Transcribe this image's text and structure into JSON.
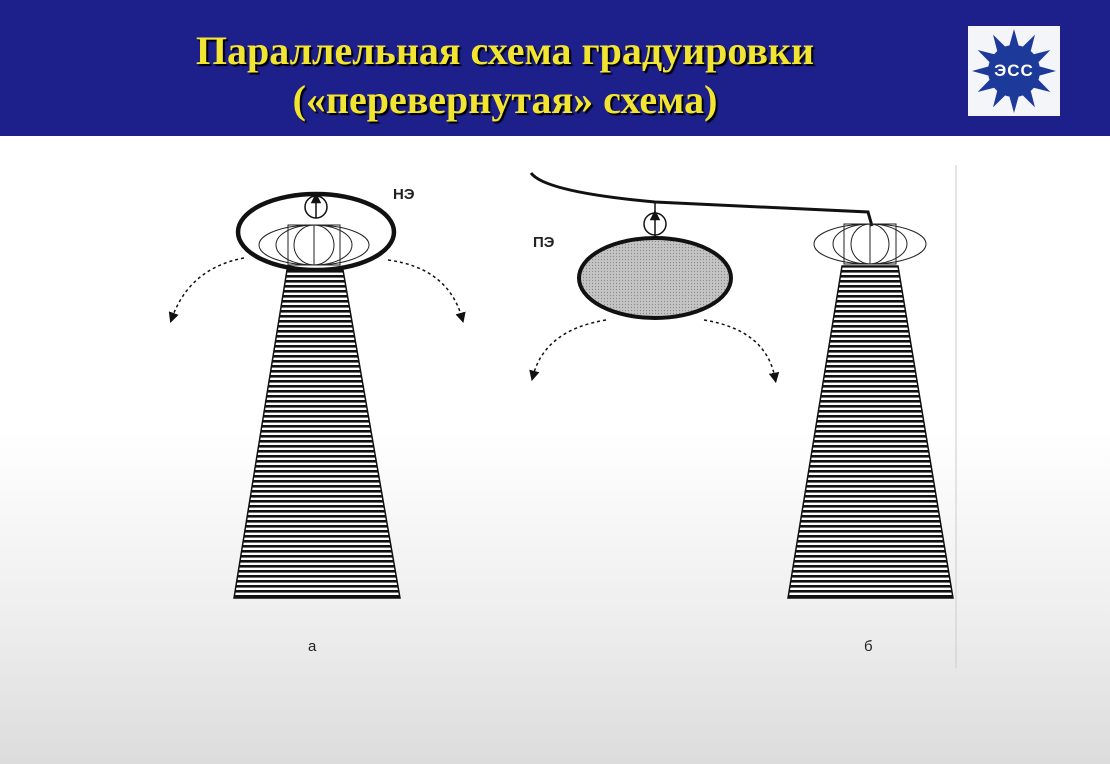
{
  "header": {
    "title_line1": "Параллельная схема градуировки",
    "title_line2": "(«перевернутая» схема)",
    "logo_text": "ЭСС"
  },
  "diagram": {
    "label_ne": "НЭ",
    "label_pe": "ПЭ",
    "caption_a": "а",
    "caption_b": "б"
  },
  "colors": {
    "header_bg": "#1d1f8a",
    "title_text": "#f2e531",
    "logo_blue": "#1d3a9a",
    "pe_fill": "#bfbfbf"
  }
}
